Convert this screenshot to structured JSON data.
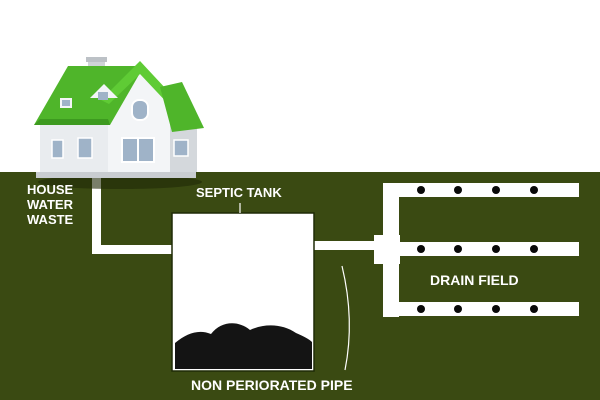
{
  "labels": {
    "house_water_waste": [
      "HOUSE",
      "WATER",
      "WASTE"
    ],
    "septic_tank": "SEPTIC TANK",
    "drain_field": "DRAIN FIELD",
    "pipe": "NON PERIORATED PIPE"
  },
  "colors": {
    "ground": "#3a4a12",
    "pipe": "#ffffff",
    "roof": "#4fb52a",
    "wall": "#e9ecef",
    "sludge": "#141414",
    "hole": "#0a0a0a",
    "label": "#ffffff"
  },
  "icons": {
    "house": "house-icon"
  },
  "drain_field": {
    "laterals": 3,
    "holes_per_lateral": 4
  }
}
